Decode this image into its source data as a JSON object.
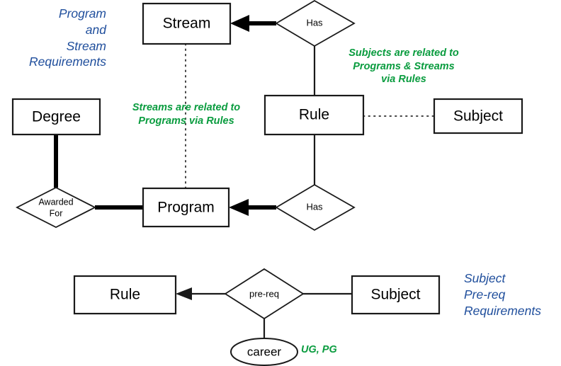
{
  "diagram": {
    "title_top": "Program\nand\nStream\nRequirements",
    "title_bottom": "Subject\nPre-req\nRequirements",
    "entities": {
      "stream": "Stream",
      "degree": "Degree",
      "program": "Program",
      "rule_top": "Rule",
      "subject_top": "Subject",
      "rule_bottom": "Rule",
      "subject_bottom": "Subject"
    },
    "relationships": {
      "has_top": "Has",
      "has_bottom": "Has",
      "awarded_for": "Awarded\nFor",
      "awarded_for_line1": "Awarded",
      "awarded_for_line2": "For",
      "pre_req": "pre-req"
    },
    "attributes": {
      "career": "career"
    },
    "notes": {
      "streams_via_rules": "Streams are related to\nPrograms via Rules",
      "subjects_via_rules": "Subjects are related to\nPrograms & Streams\nvia Rules",
      "career_values": "UG, PG"
    },
    "colors": {
      "note_green": "#0a9c3f",
      "title_blue": "#1f4e9c",
      "stroke_black": "#1a1a1a",
      "background": "#ffffff"
    }
  }
}
